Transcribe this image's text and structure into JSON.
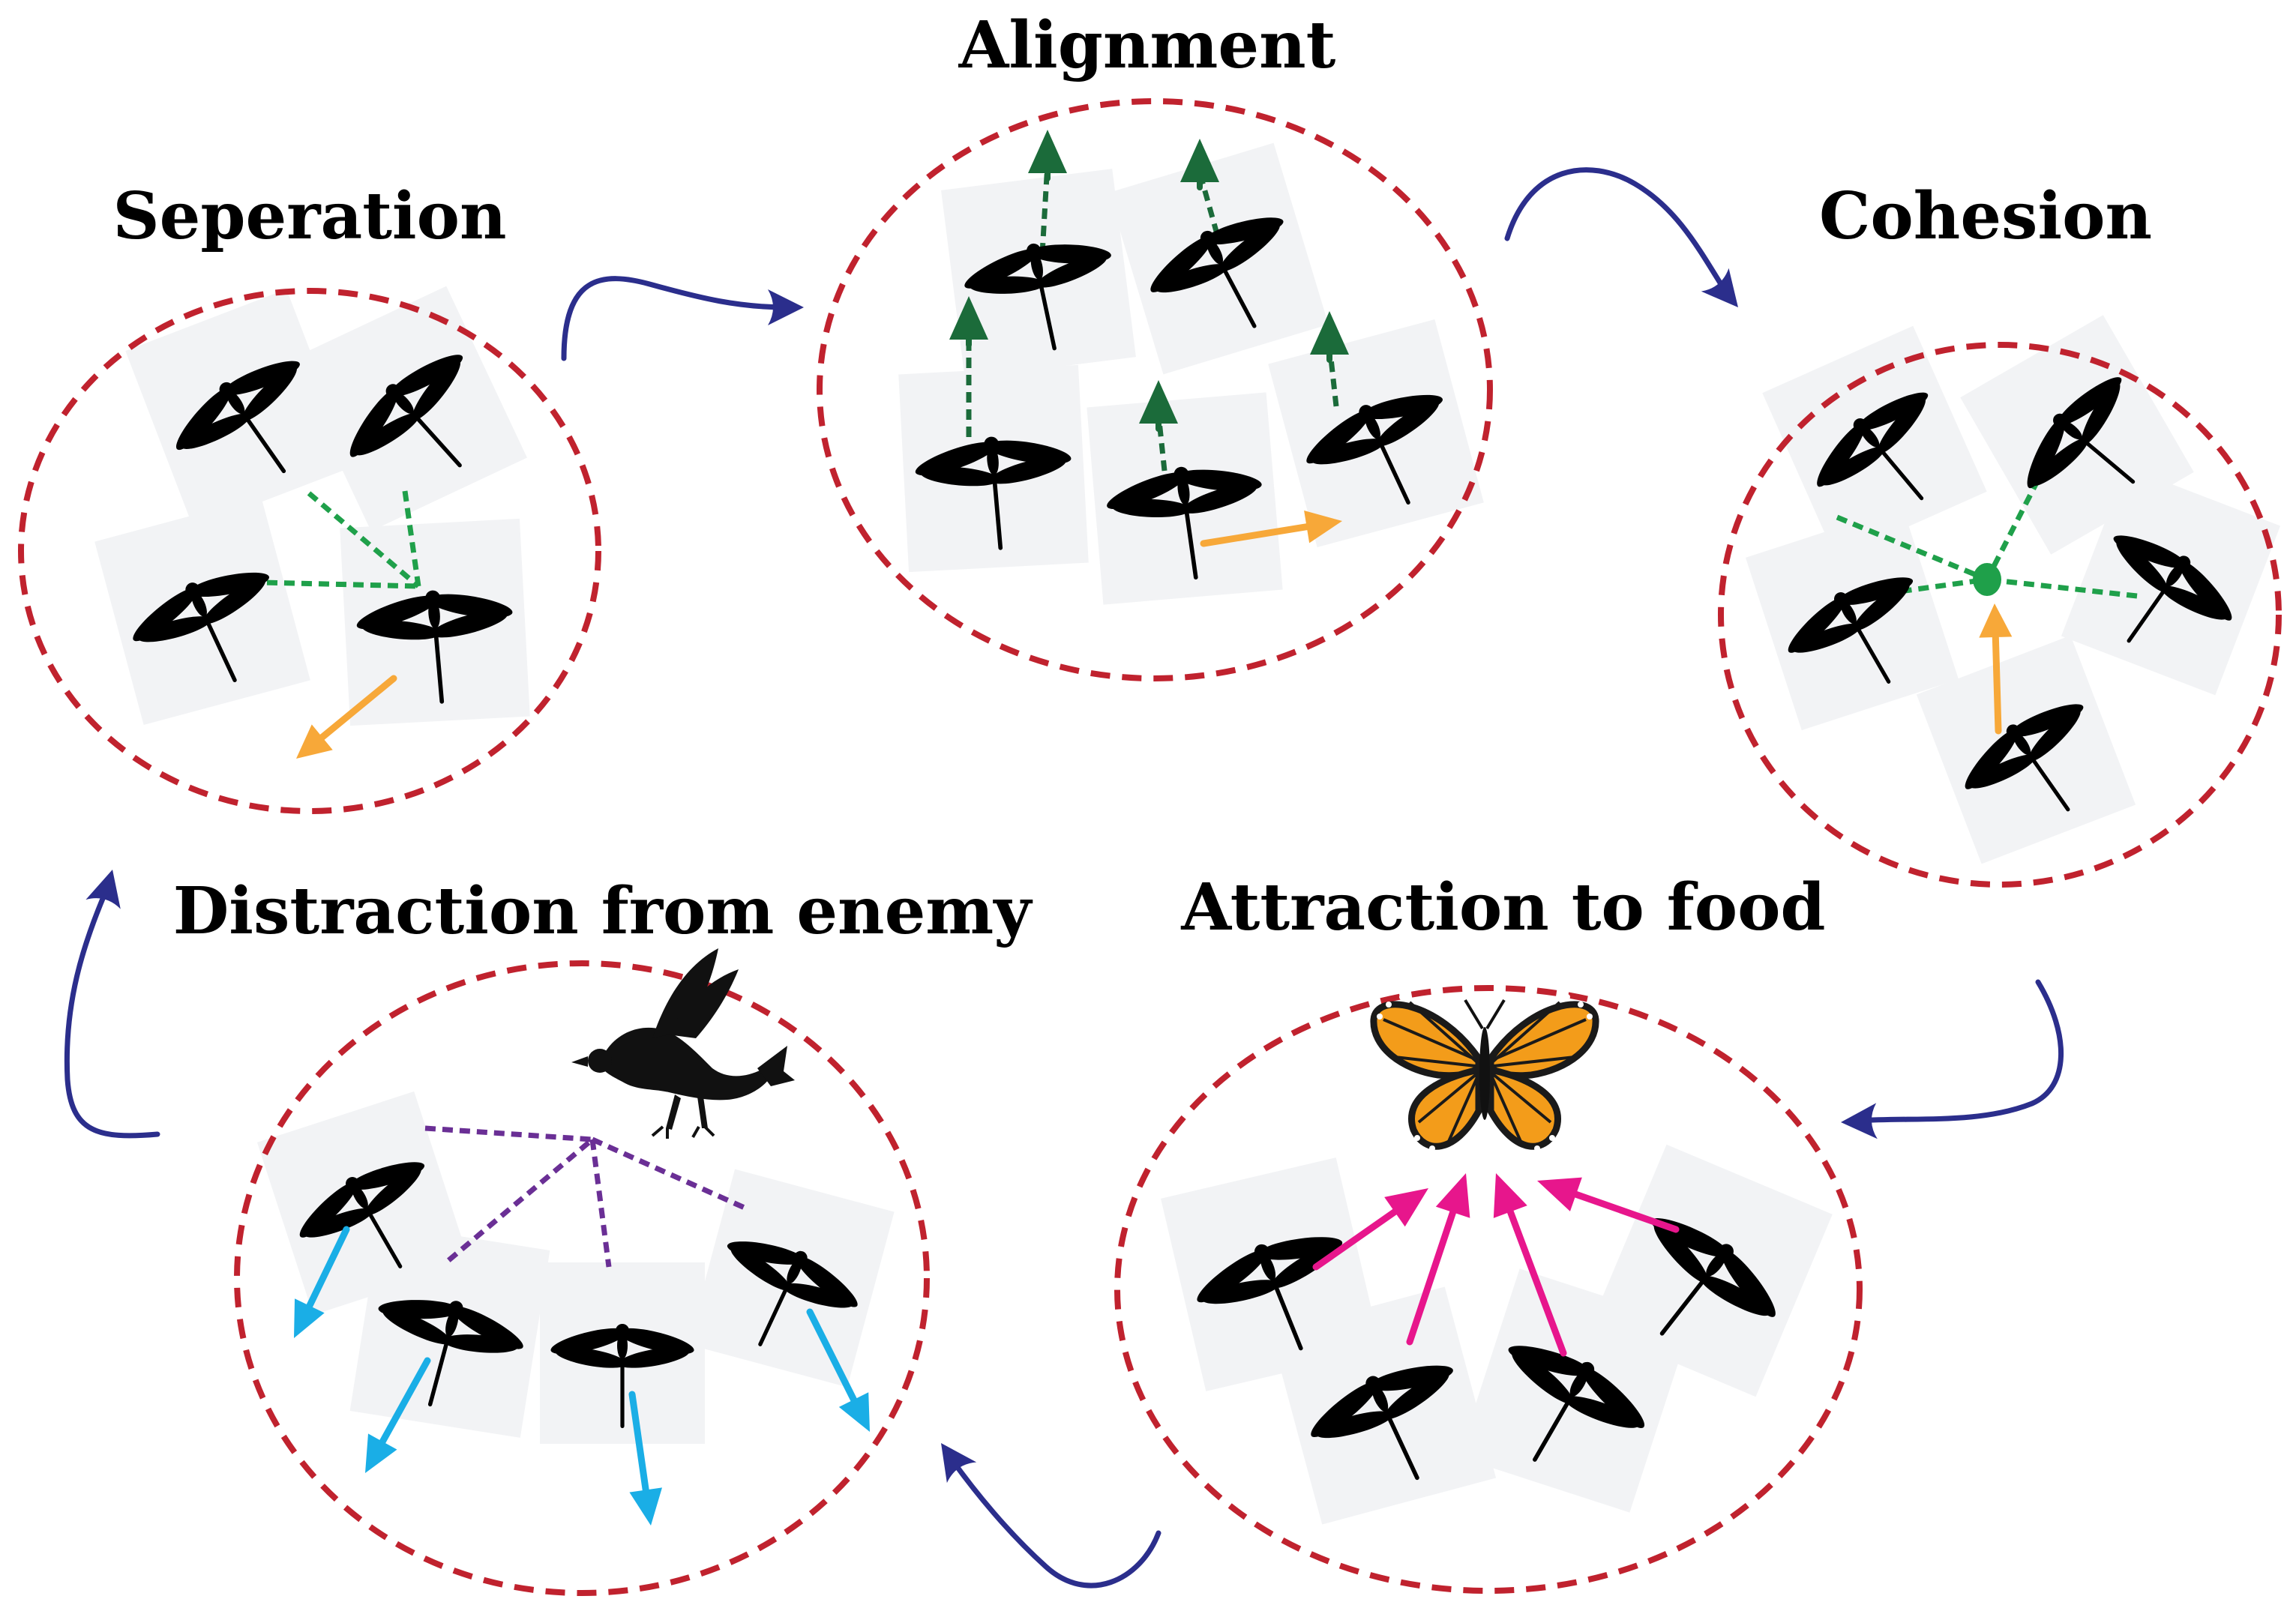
{
  "labels": {
    "separation": "Seperation",
    "alignment": "Alignment",
    "cohesion": "Cohesion",
    "food": "Attraction to food",
    "enemy": "Distraction from enemy"
  },
  "colors": {
    "circle": "#c0222e",
    "cycle_arrow": "#2b2e8c",
    "neighbor_link": "#1fa04a",
    "alignment_arrow": "#1b6b3a",
    "movement_arrow": "#f7a839",
    "food_arrow": "#e7168c",
    "enemy_arrow": "#1aaee6",
    "enemy_link": "#6a2f95",
    "dragonfly": "#000000",
    "butterfly_wing": "#f39c1a",
    "tile": "#f2f3f5"
  },
  "icons": {
    "agent": "dragonfly-icon",
    "food": "butterfly-icon",
    "enemy": "bird-icon",
    "centroid": "centroid-dot"
  }
}
